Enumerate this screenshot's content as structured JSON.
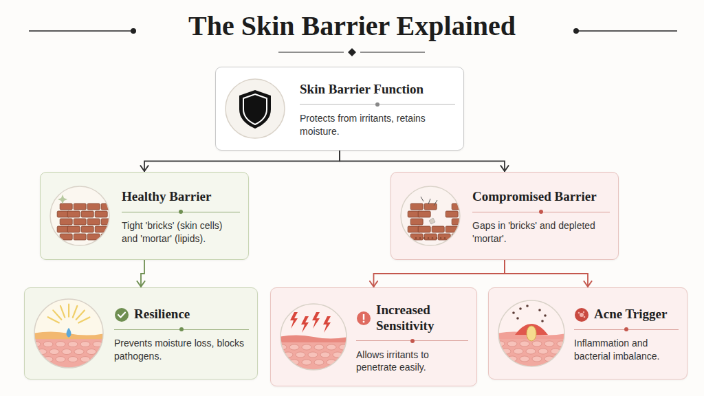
{
  "diagram": {
    "title": "The Skin Barrier Explained",
    "nodes": [
      {
        "text": [
          "Skin Barrier Function",
          "Protects from irritants, retains moisture."
        ]
      },
      {
        "text": [
          "Healthy Barrier",
          "Tight 'bricks' (skin cells) and 'mortar' (lipids)."
        ]
      },
      {
        "text": [
          "Compromised Barrier",
          "Gaps in 'bricks' and depleted 'mortar'."
        ]
      },
      {
        "text": [
          "Resilience",
          "Prevents moisture loss, blocks pathogens."
        ]
      },
      {
        "text": [
          "Increased Sensitivity",
          "Allows irritants to penetrate easily."
        ]
      },
      {
        "text": [
          "Acne Trigger",
          "Inflammation and bacterial imbalance."
        ]
      }
    ],
    "edges": [
      {
        "from": 0,
        "to": 1,
        "arrow": "to"
      },
      {
        "from": 0,
        "to": 2,
        "arrow": "to"
      },
      {
        "from": 1,
        "to": 3,
        "arrow": "to"
      },
      {
        "from": 2,
        "to": 4,
        "arrow": "to"
      },
      {
        "from": 2,
        "to": 5,
        "arrow": "to"
      }
    ]
  }
}
